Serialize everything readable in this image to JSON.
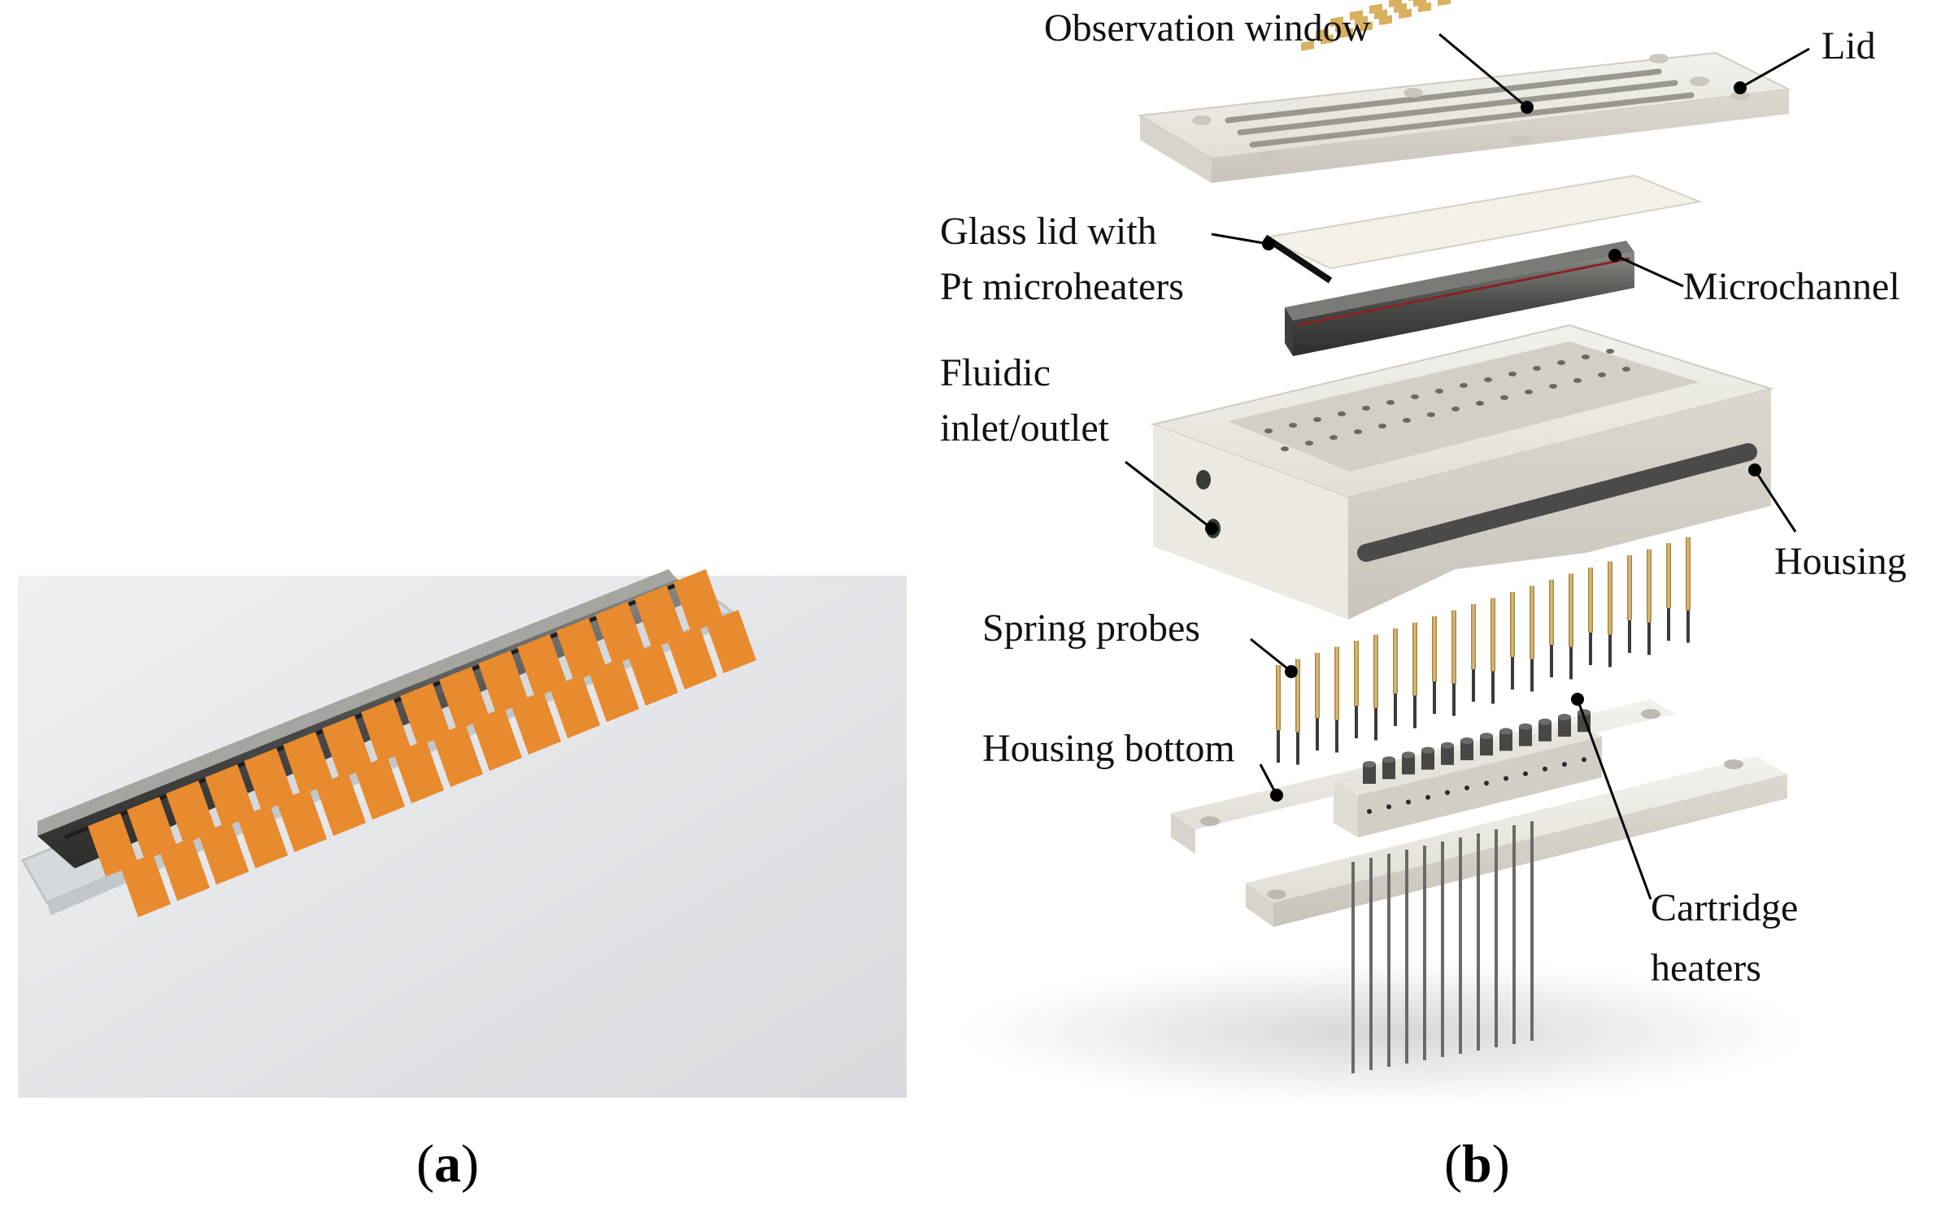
{
  "panel_a": {
    "label_open": "(",
    "label_letter": "a",
    "label_close": ")"
  },
  "panel_b": {
    "label_open": "(",
    "label_letter": "b",
    "label_close": ")",
    "callouts": {
      "observation_window": "Observation window",
      "lid": "Lid",
      "glass_lid_line1": "Glass lid with",
      "glass_lid_line2": "Pt microheaters",
      "microchannel": "Microchannel",
      "fluidic_line1": "Fluidic",
      "fluidic_line2": "inlet/outlet",
      "housing": "Housing",
      "spring_probes": "Spring probes",
      "housing_bottom": "Housing bottom",
      "cartridge_line1": "Cartridge",
      "cartridge_line2": "heaters"
    }
  },
  "colors": {
    "heater_orange": "#e88a2e",
    "housing_white": "#e9e6df",
    "metal_dark": "#4a4a48",
    "probe_gold": "#c8a25a",
    "photo_bg": "#e7e8ea"
  }
}
